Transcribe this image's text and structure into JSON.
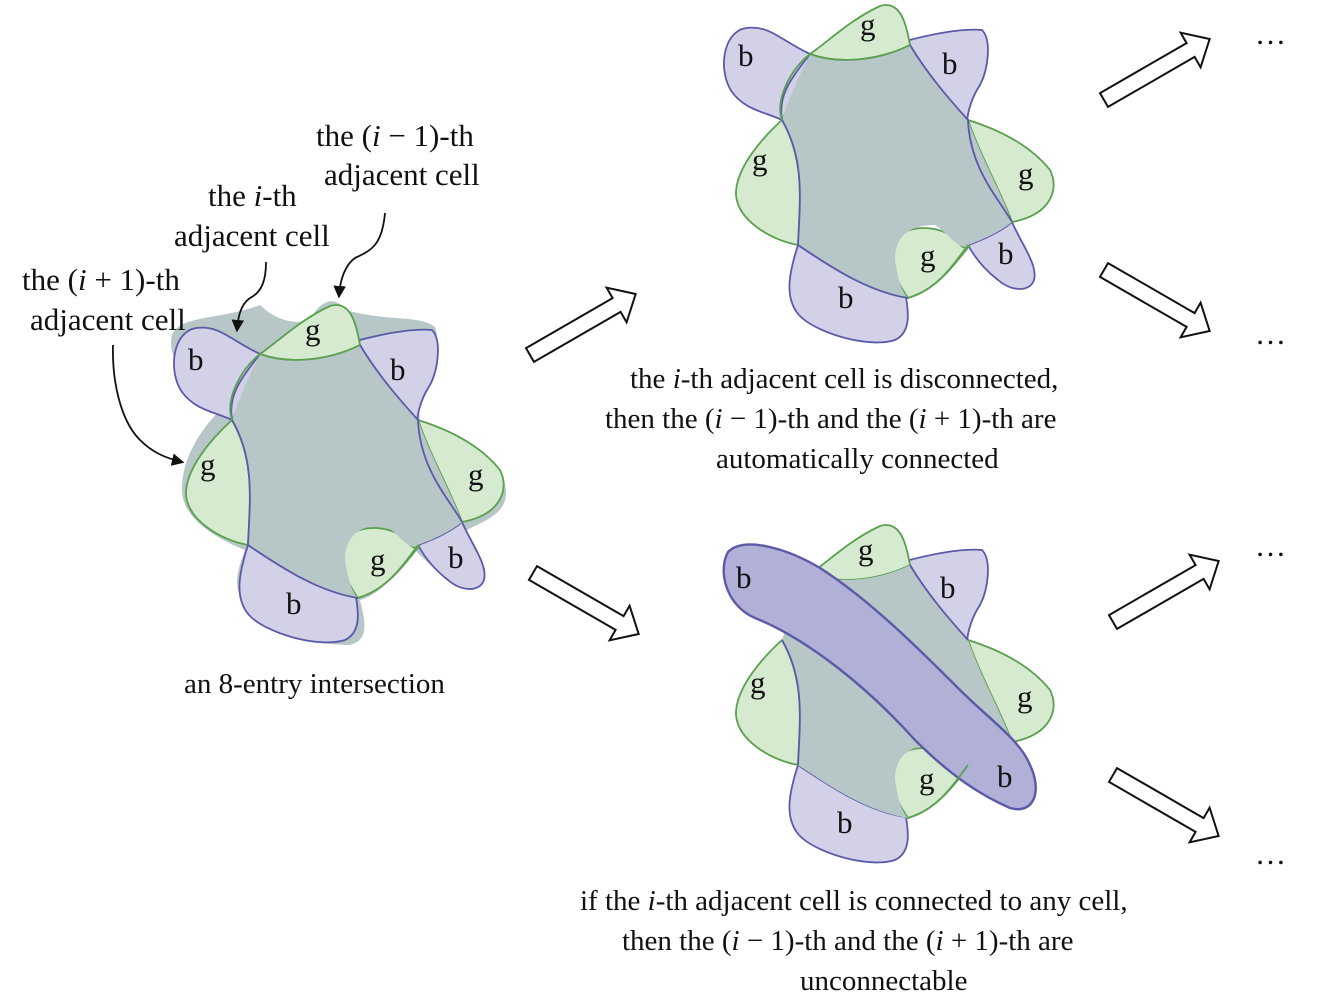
{
  "cell_labels": {
    "green": "g",
    "blue": "b"
  },
  "colors": {
    "green_fill": "#d6ead0",
    "green_stroke": "#5aa04f",
    "blue_fill": "#d2d1e8",
    "blue_stroke": "#5a5aa8",
    "overlap_fill": "#b7c6c6",
    "highlight_fill": "#b1b1d8"
  },
  "annotations": {
    "prev_cell": {
      "line1_pre": "the (",
      "var": "i",
      "line1_op": " − 1)-th",
      "line2": "adjacent cell"
    },
    "ith_cell": {
      "line1_pre": "the ",
      "var": "i",
      "line1_post": "-th",
      "line2": "adjacent cell"
    },
    "next_cell": {
      "line1_pre": "the (",
      "var": "i",
      "line1_op": " + 1)-th",
      "line2": "adjacent cell"
    }
  },
  "captions": {
    "left": "an 8-entry intersection",
    "top": {
      "line1_pre": "the ",
      "var": "i",
      "line1_post": "-th adjacent cell is disconnected,",
      "line2_a": "then the (",
      "line2_b": " − 1)-th and the (",
      "line2_c": " + 1)-th are",
      "line3": "automatically connected"
    },
    "bottom": {
      "line1_pre": "if the ",
      "var": "i",
      "line1_post": "-th adjacent cell is connected to any cell,",
      "line2_a": "then the (",
      "line2_b": " − 1)-th and the (",
      "line2_c": " + 1)-th are",
      "line3": "unconnectable"
    }
  },
  "continuation": "…",
  "arrow_icon": "hollow-arrow-icon"
}
